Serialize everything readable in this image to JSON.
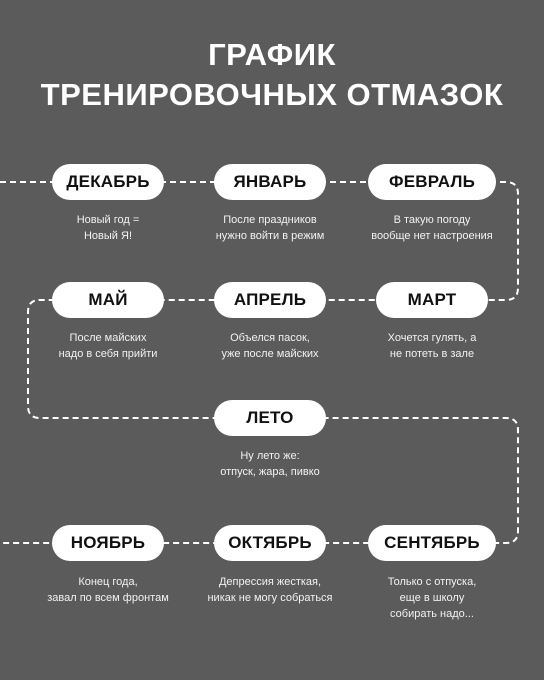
{
  "title": {
    "line1": "ГРАФИК",
    "line2": "ТРЕНИРОВОЧНЫХ ОТМАЗОК"
  },
  "months": {
    "december": {
      "name": "ДЕКАБРЬ",
      "line1": "Новый год =",
      "line2": "Новый Я!"
    },
    "january": {
      "name": "ЯНВАРЬ",
      "line1": "После праздников",
      "line2": "нужно войти в режим"
    },
    "february": {
      "name": "ФЕВРАЛЬ",
      "line1": "В такую погоду",
      "line2": "вообще нет настроения"
    },
    "may": {
      "name": "МАЙ",
      "line1": "После майских",
      "line2": "надо в себя прийти"
    },
    "april": {
      "name": "АПРЕЛЬ",
      "line1": "Объелся пасок,",
      "line2": "уже после майских"
    },
    "march": {
      "name": "МАРТ",
      "line1": "Хочется гулять, а",
      "line2": "не потеть в зале"
    },
    "summer": {
      "name": "ЛЕТО",
      "line1": "Ну лето же:",
      "line2": "отпуск, жара, пивко"
    },
    "november": {
      "name": "НОЯБРЬ",
      "line1": "Конец года,",
      "line2": "завал по всем фронтам"
    },
    "october": {
      "name": "ОКТЯБРЬ",
      "line1": "Депрессия жесткая,",
      "line2": "никак не могу собраться"
    },
    "september": {
      "name": "СЕНТЯБРЬ",
      "line1": "Только с отпуска,",
      "line2": "еще в школу",
      "line3": "собирать надо..."
    }
  },
  "colors": {
    "background": "#5b5b5b",
    "pill": "#ffffff",
    "path": "#ffffff",
    "text": "#ffffff"
  }
}
